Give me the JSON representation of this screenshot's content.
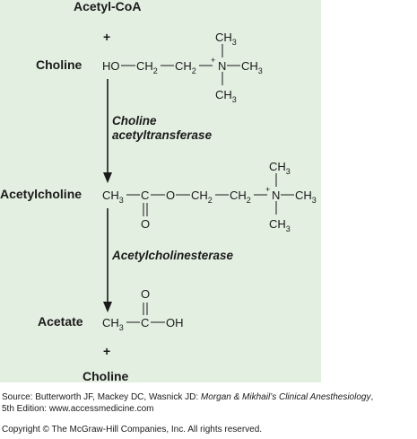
{
  "diagram": {
    "reactant_1": "Acetyl-CoA",
    "plus_1": "+",
    "reactant_2": "Choline",
    "enzyme_1_line1": "Choline",
    "enzyme_1_line2": "acetyltransferase",
    "product_1": "Acetylcholine",
    "enzyme_2": "Acetylcholinesterase",
    "product_2": "Acetate",
    "plus_2": "+",
    "product_3": "Choline"
  },
  "formula": {
    "ho": "HO",
    "dash": "—",
    "ch": "CH",
    "c": "C",
    "o": "O",
    "oh": "OH",
    "n": "N",
    "plus_charge": "+",
    "sub2": "2",
    "sub3": "3",
    "methyl": "CH"
  },
  "footer": {
    "source_prefix": "Source: Butterworth JF, Mackey DC, Wasnick JD: ",
    "source_title": "Morgan & Mikhail’s Clinical Anesthesiology",
    "source_suffix": ",",
    "source_line2": "5th Edition: www.accessmedicine.com",
    "copyright": "Copyright © The McGraw-Hill Companies, Inc. All rights reserved."
  }
}
